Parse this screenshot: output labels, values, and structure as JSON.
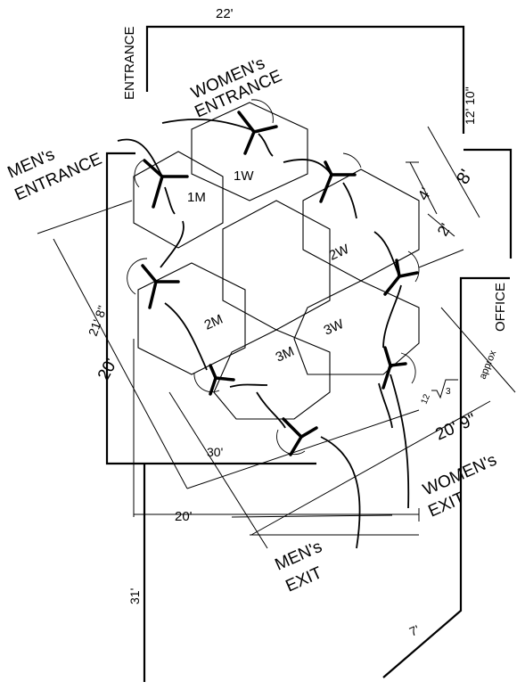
{
  "labels": {
    "womens_entrance_1": "WOMEN's",
    "womens_entrance_2": "ENTRANCE",
    "mens_entrance_1": "MEN's",
    "mens_entrance_2": "ENTRANCE",
    "entrance_vertical": "ENTRANCE",
    "mens_exit_1": "MEN's",
    "mens_exit_2": "EXIT",
    "womens_exit_1": "WOMEN's",
    "womens_exit_2": "EXIT",
    "office": "OFFICE",
    "approx": "approx"
  },
  "cells": {
    "c1M": "1M",
    "c1W": "1W",
    "c2M": "2M",
    "c2W": "2W",
    "c3M": "3M",
    "c3W": "3W"
  },
  "dimensions": {
    "d22": "22'",
    "d12_10": "12' 10\"",
    "d8": "8'",
    "d4": "4'",
    "d2": "2'",
    "d21_8": "21' 8\"",
    "d20_left": "20'",
    "d30": "30'",
    "d20_bottom": "20'",
    "d20_9": "20' 9\"",
    "d31": "31'",
    "d7": "7'",
    "slope_12": "12",
    "slope_3": "3"
  }
}
